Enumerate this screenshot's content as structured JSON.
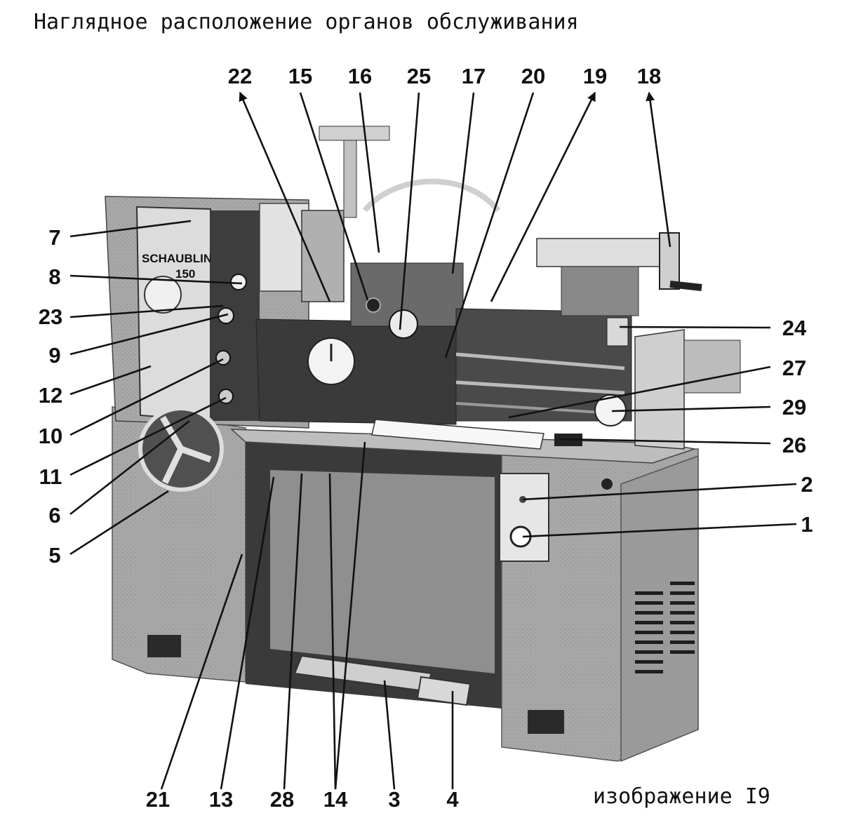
{
  "title": "Наглядное расположение органов обслуживания",
  "caption": "изображение I9",
  "machine": {
    "brand": "SCHAUBLIN",
    "model": "150"
  },
  "callouts": [
    "22",
    "15",
    "16",
    "25",
    "17",
    "20",
    "19",
    "18",
    "7",
    "8",
    "23",
    "9",
    "12",
    "10",
    "11",
    "6",
    "5",
    "24",
    "27",
    "29",
    "26",
    "2",
    "1",
    "21",
    "13",
    "28",
    "14",
    "3",
    "4"
  ]
}
